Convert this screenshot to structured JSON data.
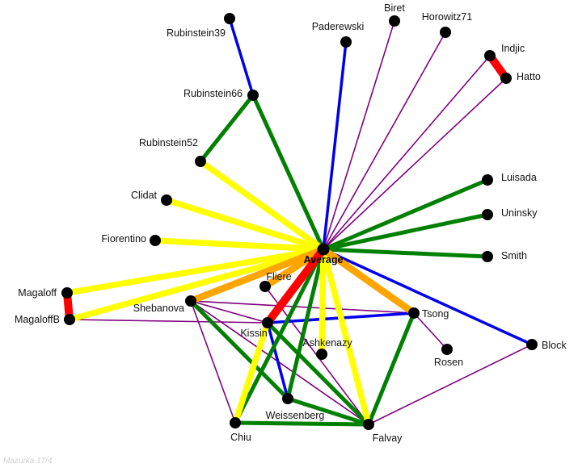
{
  "caption": "Mazurka 17/4",
  "colors": {
    "blue": "#0000ee",
    "green": "#008000",
    "yellow": "#ffff00",
    "orange": "#ffa500",
    "red": "#ff0000",
    "purple": "#800080",
    "node": "#000000"
  },
  "nodes": [
    {
      "id": "Average",
      "label": "Average"
    },
    {
      "id": "Rubinstein39",
      "label": "Rubinstein39"
    },
    {
      "id": "Paderewski",
      "label": "Paderewski"
    },
    {
      "id": "Biret",
      "label": "Biret"
    },
    {
      "id": "Horowitz71",
      "label": "Horowitz71"
    },
    {
      "id": "Indjic",
      "label": "Indjic"
    },
    {
      "id": "Hatto",
      "label": "Hatto"
    },
    {
      "id": "Rubinstein66",
      "label": "Rubinstein66"
    },
    {
      "id": "Rubinstein52",
      "label": "Rubinstein52"
    },
    {
      "id": "Clidat",
      "label": "Clidat"
    },
    {
      "id": "Fiorentino",
      "label": "Fiorentino"
    },
    {
      "id": "Luisada",
      "label": "Luisada"
    },
    {
      "id": "Uninsky",
      "label": "Uninsky"
    },
    {
      "id": "Smith",
      "label": "Smith"
    },
    {
      "id": "Magaloff",
      "label": "Magaloff"
    },
    {
      "id": "MagaloffB",
      "label": "MagaloffB"
    },
    {
      "id": "Fliere",
      "label": "Fliere"
    },
    {
      "id": "Shebanova",
      "label": "Shebanova"
    },
    {
      "id": "Kissin",
      "label": "Kissin"
    },
    {
      "id": "Tsong",
      "label": "Tsong"
    },
    {
      "id": "Ashkenazy",
      "label": "Ashkenazy"
    },
    {
      "id": "Rosen",
      "label": "Rosen"
    },
    {
      "id": "Block",
      "label": "Block"
    },
    {
      "id": "Weissenberg",
      "label": "Weissenberg"
    },
    {
      "id": "Chiu",
      "label": "Chiu"
    },
    {
      "id": "Falvay",
      "label": "Falvay"
    }
  ],
  "edges": [
    {
      "from": "Average",
      "to": "Paderewski",
      "color": "blue"
    },
    {
      "from": "Average",
      "to": "Biret",
      "color": "purple"
    },
    {
      "from": "Average",
      "to": "Horowitz71",
      "color": "purple"
    },
    {
      "from": "Average",
      "to": "Indjic",
      "color": "purple"
    },
    {
      "from": "Average",
      "to": "Hatto",
      "color": "purple"
    },
    {
      "from": "Average",
      "to": "Rubinstein66",
      "color": "green"
    },
    {
      "from": "Average",
      "to": "Rubinstein52",
      "color": "yellow"
    },
    {
      "from": "Average",
      "to": "Clidat",
      "color": "yellow"
    },
    {
      "from": "Average",
      "to": "Fiorentino",
      "color": "yellow"
    },
    {
      "from": "Average",
      "to": "Magaloff",
      "color": "yellow"
    },
    {
      "from": "Average",
      "to": "MagaloffB",
      "color": "yellow"
    },
    {
      "from": "Average",
      "to": "Luisada",
      "color": "green"
    },
    {
      "from": "Average",
      "to": "Uninsky",
      "color": "green"
    },
    {
      "from": "Average",
      "to": "Smith",
      "color": "green"
    },
    {
      "from": "Average",
      "to": "Shebanova",
      "color": "orange"
    },
    {
      "from": "Average",
      "to": "Fliere",
      "color": "orange"
    },
    {
      "from": "Average",
      "to": "Kissin",
      "color": "red"
    },
    {
      "from": "Average",
      "to": "Tsong",
      "color": "orange"
    },
    {
      "from": "Average",
      "to": "Ashkenazy",
      "color": "yellow"
    },
    {
      "from": "Average",
      "to": "Block",
      "color": "blue"
    },
    {
      "from": "Average",
      "to": "Weissenberg",
      "color": "green"
    },
    {
      "from": "Average",
      "to": "Chiu",
      "color": "green"
    },
    {
      "from": "Average",
      "to": "Falvay",
      "color": "yellow"
    },
    {
      "from": "Rubinstein39",
      "to": "Rubinstein66",
      "color": "blue"
    },
    {
      "from": "Rubinstein66",
      "to": "Rubinstein52",
      "color": "green"
    },
    {
      "from": "Indjic",
      "to": "Hatto",
      "color": "red"
    },
    {
      "from": "Magaloff",
      "to": "MagaloffB",
      "color": "red"
    },
    {
      "from": "MagaloffB",
      "to": "Kissin",
      "color": "purple"
    },
    {
      "from": "Shebanova",
      "to": "Tsong",
      "color": "purple"
    },
    {
      "from": "Shebanova",
      "to": "Kissin",
      "color": "purple"
    },
    {
      "from": "Shebanova",
      "to": "Chiu",
      "color": "purple"
    },
    {
      "from": "Shebanova",
      "to": "Weissenberg",
      "color": "green"
    },
    {
      "from": "Shebanova",
      "to": "Falvay",
      "color": "purple"
    },
    {
      "from": "Fliere",
      "to": "Falvay",
      "color": "purple"
    },
    {
      "from": "Kissin",
      "to": "Tsong",
      "color": "blue"
    },
    {
      "from": "Kissin",
      "to": "Weissenberg",
      "color": "blue"
    },
    {
      "from": "Kissin",
      "to": "Chiu",
      "color": "yellow"
    },
    {
      "from": "Kissin",
      "to": "Falvay",
      "color": "green"
    },
    {
      "from": "Tsong",
      "to": "Rosen",
      "color": "purple"
    },
    {
      "from": "Tsong",
      "to": "Falvay",
      "color": "green"
    },
    {
      "from": "Block",
      "to": "Falvay",
      "color": "purple"
    },
    {
      "from": "Weissenberg",
      "to": "Falvay",
      "color": "green"
    },
    {
      "from": "Chiu",
      "to": "Falvay",
      "color": "green"
    }
  ]
}
